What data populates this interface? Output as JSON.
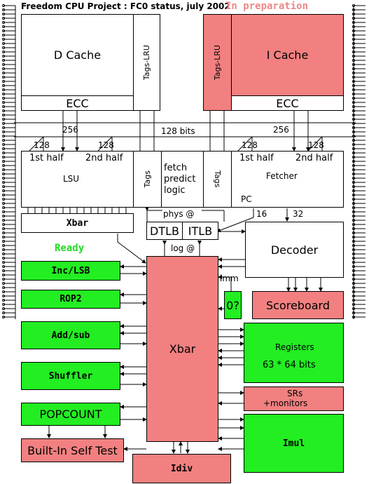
{
  "title": "Freedom CPU Project : FC0 status, july 2002",
  "status_prep": "In preparation",
  "status_ready": "Ready",
  "colors": {
    "in_preparation": "#f28080",
    "ready": "#22ee22",
    "status_prep_text": "#ee8888",
    "status_ready_text": "#22dd22"
  },
  "blocks": {
    "dcache": "D Cache",
    "dcache_ecc": "ECC",
    "dcache_tags": "Tags-LRU",
    "icache": "I Cache",
    "icache_ecc": "ECC",
    "icache_tags": "Tags-LRU",
    "lsu_half1": "1st half",
    "lsu_half2": "2nd half",
    "lsu": "LSU",
    "lsu_tags": "Tags",
    "fetch_predict": "fetch predict logic",
    "fetcher_tags": "Tags",
    "fetcher_half1": "1st half",
    "fetcher_half2": "2nd half",
    "fetcher": "Fetcher",
    "pc": "PC",
    "xbar_small": "Xbar",
    "dtlb": "DTLB",
    "itlb": "ITLB",
    "decoder": "Decoder",
    "inc_lsb": "Inc/LSB",
    "rop2": "ROP2",
    "add_sub": "Add/sub",
    "shuffler": "Shuffler",
    "popcount": "POPCOUNT",
    "bist": "Built-In Self Test",
    "xbar_main": "Xbar",
    "zero_q": "0?",
    "scoreboard": "Scoreboard",
    "registers": "Registers",
    "registers_size": "63 * 64 bits",
    "srs": "SRs",
    "monitors": "+monitors",
    "imul": "Imul",
    "idiv": "Idiv"
  },
  "labels": {
    "bits_256_left": "256",
    "bits_256_right": "256",
    "bits_128_bus": "128 bits",
    "bits_128_a": "128",
    "bits_128_b": "128",
    "bits_128_c": "128",
    "bits_128_d": "128",
    "phys": "phys @",
    "log": "log @",
    "imm": "imm",
    "n16": "16",
    "n32": "32"
  }
}
